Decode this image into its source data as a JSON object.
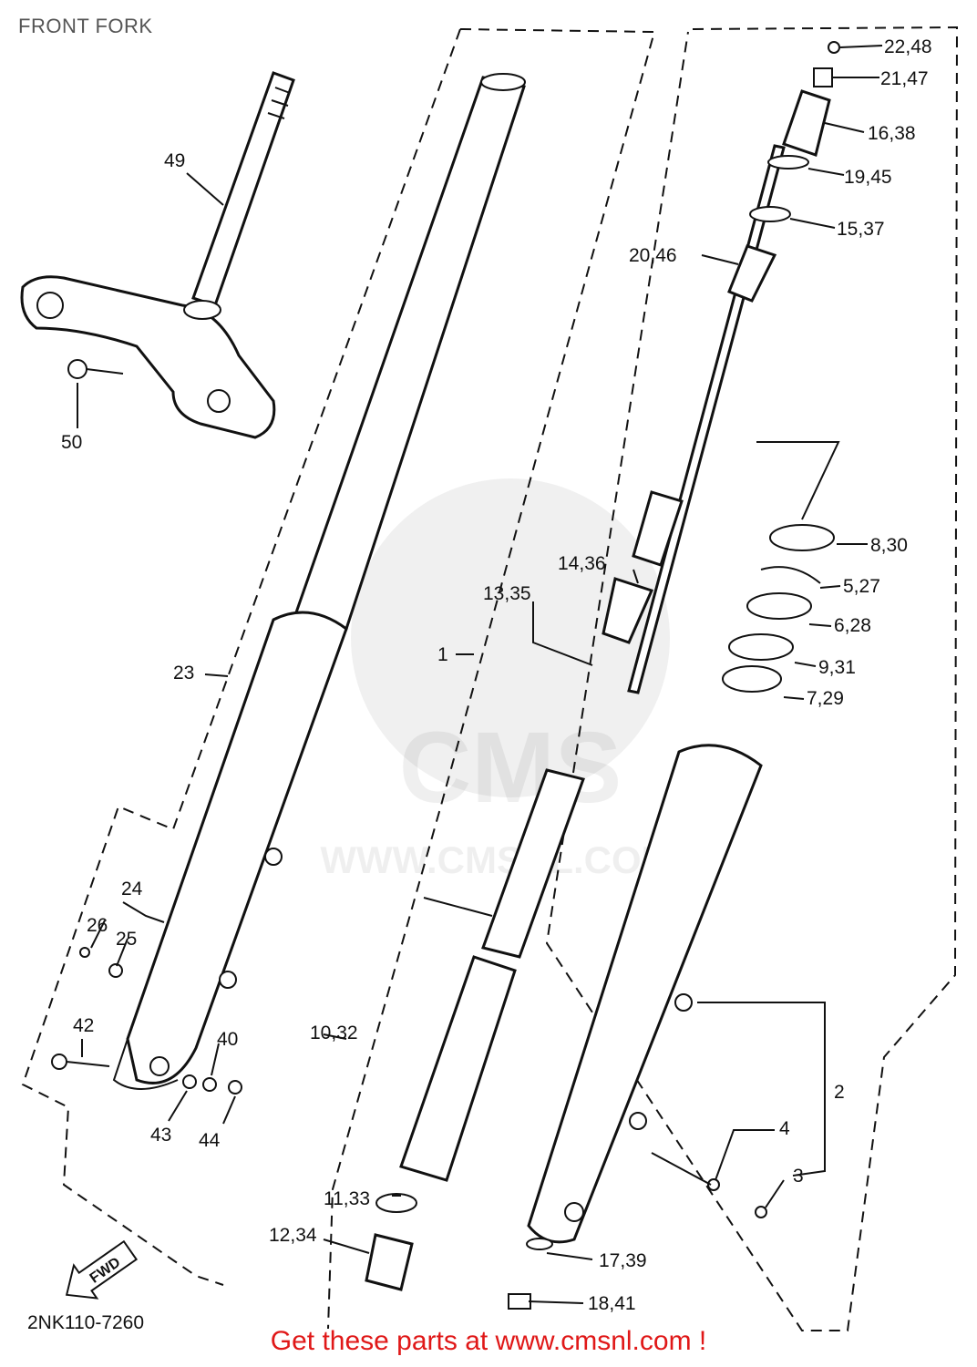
{
  "diagram": {
    "title": "FRONT FORK",
    "drawing_code": "2NK110-7260",
    "fwd_marker": "FWD",
    "watermark": {
      "brand": "CMS",
      "url": "WWW.CMSNL.COM"
    },
    "footer_text": "Get these parts at www.cmsnl.com !",
    "footer_color": "#e01818",
    "callouts": [
      "22,48",
      "21,47",
      "16,38",
      "19,45",
      "15,37",
      "20,46",
      "49",
      "50",
      "14,36",
      "13,35",
      "1",
      "23",
      "8,30",
      "5,27",
      "6,28",
      "9,31",
      "7,29",
      "24",
      "26",
      "25",
      "42",
      "40",
      "43",
      "44",
      "10,32",
      "11,33",
      "12,34",
      "2",
      "4",
      "3",
      "17,39",
      "18,41"
    ]
  }
}
